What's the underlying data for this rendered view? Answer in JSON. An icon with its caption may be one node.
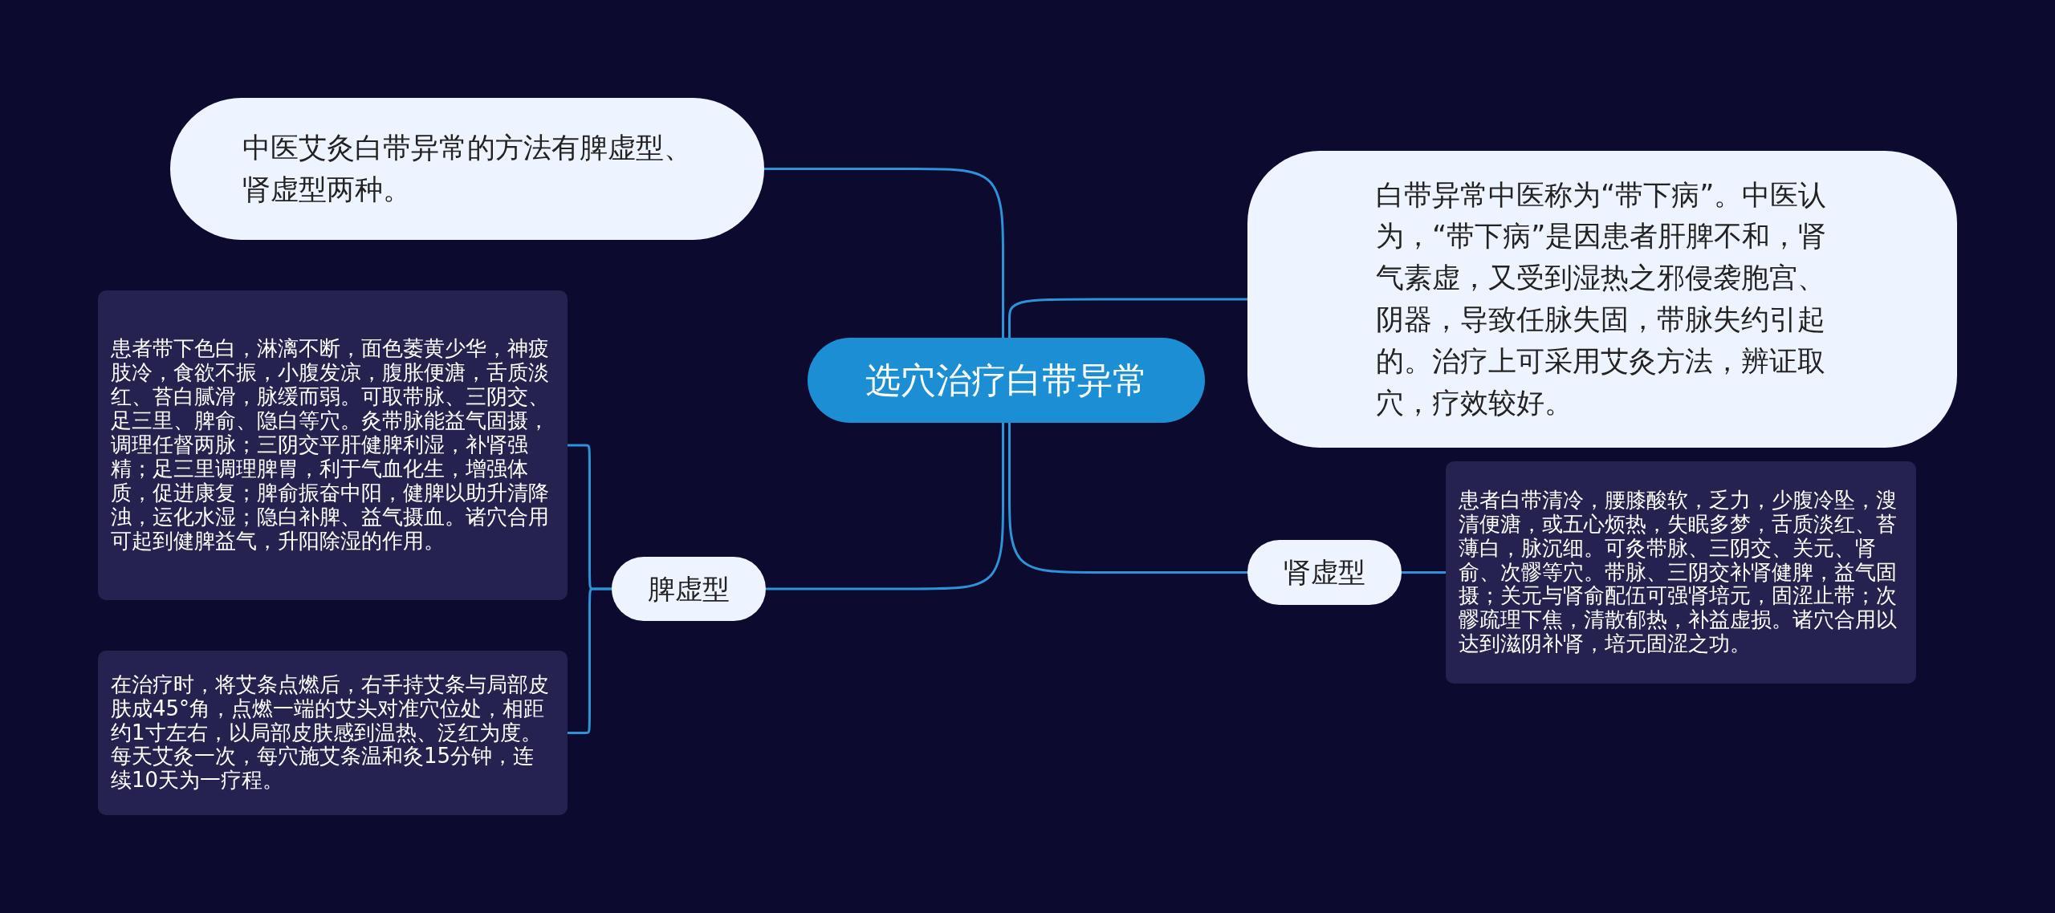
{
  "diagram": {
    "nodes": [
      {
        "text": [
          "选穴治疗白带异常"
        ]
      },
      {
        "text": [
          "中医艾灸白带异常的方法有脾虚型、肾虚型两种。"
        ]
      },
      {
        "text": [
          "白带异常中医称为“带下病”。中医认为，“带下病”是因患者肝脾不和，肾气素虚，又受到湿热之邪侵袭胞宫、阴器，导致任脉失固，带脉失约引起的。治疗上可采用艾灸方法，辨证取穴，疗效较好。"
        ]
      },
      {
        "text": [
          "脾虚型"
        ]
      },
      {
        "text": [
          "患者带下色白，淋漓不断，面色萎黄少华，神疲肢冷，食欲不振，小腹发凉，腹胀便溏，舌质淡红、苔白腻滑，脉缓而弱。可取带脉、三阴交、足三里、脾俞、隐白等穴。灸带脉能益气固摄，调理任督两脉；三阴交平肝健脾利湿，补肾强精；足三里调理脾胃，利于气血化生，增强体质，促进康复；脾俞振奋中阳，健脾以助升清降浊，运化水湿；隐白补脾、益气摄血。诸穴合用可起到健脾益气，升阳除湿的作用。"
        ]
      },
      {
        "text": [
          "在治疗时，将艾条点燃后，右手持艾条与局部皮肤成45°角，点燃一端的艾头对准穴位处，相距约1寸左右，以局部皮肤感到温热、泛红为度。每天艾灸一次，每穴施艾条温和灸15分钟，连续10天为一疗程。"
        ]
      },
      {
        "text": [
          "肾虚型"
        ]
      },
      {
        "text": [
          "患者白带清冷，腰膝酸软，乏力，少腹冷坠，溲清便溏，或五心烦热，失眠多梦，舌质淡红、苔薄白，脉沉细。可灸带脉、三阴交、关元、肾俞、次髎等穴。带脉、三阴交补肾健脾，益气固摄；关元与肾俞配伍可强肾培元，固涩止带；次髎疏理下焦，清散郁热，补益虚损。诸穴合用以达到滋阴补肾，培元固涩之功。"
        ]
      }
    ],
    "edges": [
      {
        "from": 0,
        "to": 1,
        "arrow": "none"
      },
      {
        "from": 0,
        "to": 2,
        "arrow": "none"
      },
      {
        "from": 0,
        "to": 3,
        "arrow": "none"
      },
      {
        "from": 3,
        "to": 4,
        "arrow": "none"
      },
      {
        "from": 3,
        "to": 5,
        "arrow": "none"
      },
      {
        "from": 0,
        "to": 6,
        "arrow": "none"
      },
      {
        "from": 6,
        "to": 7,
        "arrow": "none"
      }
    ]
  }
}
